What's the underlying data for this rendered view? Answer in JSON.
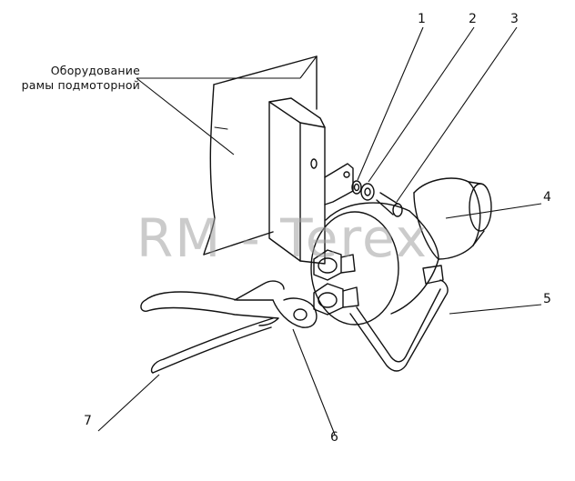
{
  "callout": {
    "line1": "Оборудование",
    "line2": "рамы подмоторной"
  },
  "part_numbers": [
    "1",
    "2",
    "3",
    "4",
    "5",
    "6",
    "7"
  ],
  "watermark": "RM - Terex"
}
